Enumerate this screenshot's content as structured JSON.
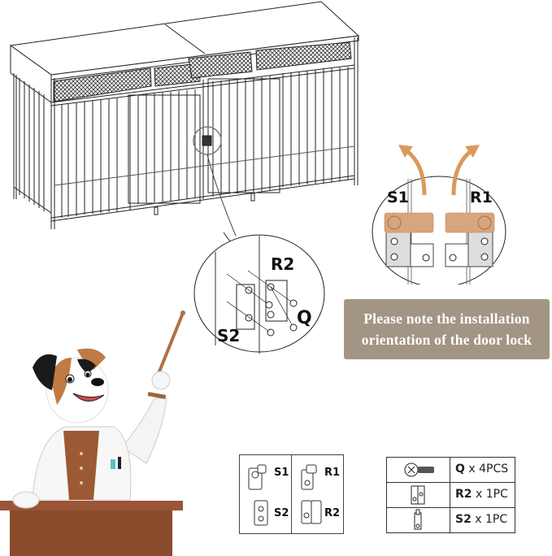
{
  "note": {
    "line1": "Please note the installation",
    "line2": "orientation of the door lock",
    "bg_color": "#a39584"
  },
  "callout_top": {
    "labels": {
      "left": "S1",
      "right": "R1"
    },
    "arrow_color": "#d99a5e",
    "latch_color": "#d9a57c"
  },
  "callout_bottom": {
    "labels": {
      "r2": "R2",
      "s2": "S2",
      "q": "Q"
    }
  },
  "parts_grid": {
    "cells": [
      {
        "label": "S1"
      },
      {
        "label": "R1"
      },
      {
        "label": "S2"
      },
      {
        "label": "R2"
      }
    ]
  },
  "parts_table": {
    "rows": [
      {
        "code": "Q",
        "qty": " x 4PCS",
        "icon": "screw-icon"
      },
      {
        "code": "R2",
        "qty": " x 1PC",
        "icon": "hinge-plate-icon"
      },
      {
        "code": "S2",
        "qty": " x 1PC",
        "icon": "strike-plate-icon"
      }
    ]
  },
  "illustration": {
    "product": "double dog kennel furniture with wire mesh shelves",
    "mascot": "cartoon dog in lab coat pointing with stick at podium"
  },
  "colors": {
    "podium": "#8a4a2c",
    "podium_top": "#9a5536",
    "dog_brown": "#c07a44",
    "shirt": "#9b5a33"
  }
}
